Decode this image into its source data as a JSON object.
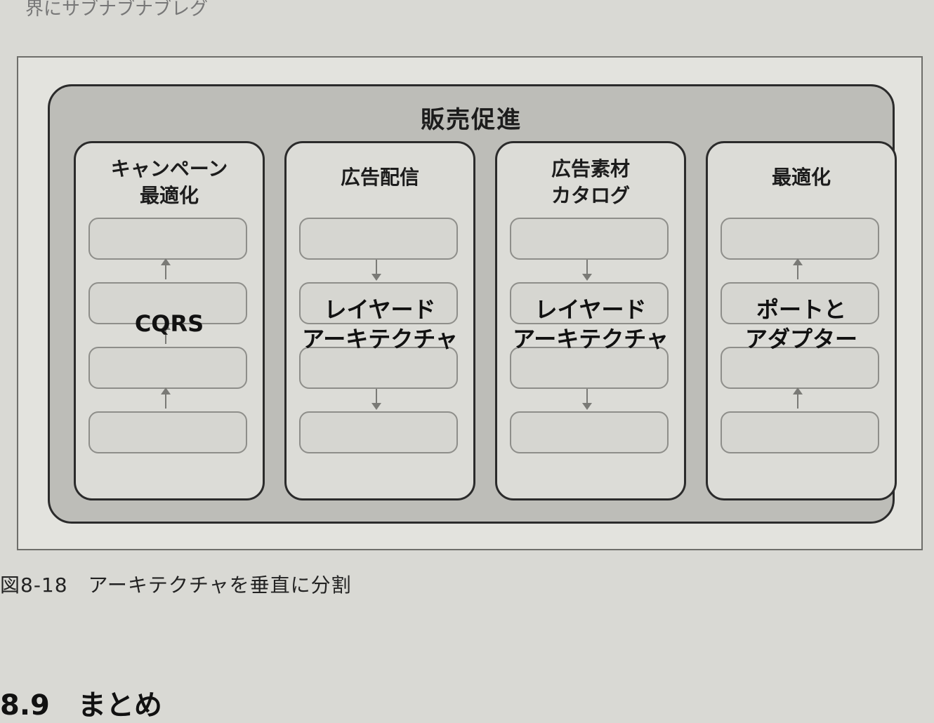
{
  "page_top_text": "界にサブナブナブレグ",
  "diagram": {
    "outer_title": "販売促進",
    "columns": [
      {
        "title": "キャンペーン\n最適化",
        "architecture": "CQRS",
        "arrow_dir": "up"
      },
      {
        "title": "広告配信",
        "architecture": "レイヤード\nアーキテクチャ",
        "arrow_dir": "down"
      },
      {
        "title": "広告素材\nカタログ",
        "architecture": "レイヤード\nアーキテクチャ",
        "arrow_dir": "down"
      },
      {
        "title": "最適化",
        "architecture": "ポートと\nアダプター",
        "arrow_dir": "up"
      }
    ]
  },
  "caption": "図8-18　アーキテクチャを垂直に分割",
  "bottom_heading": "8.9　まとめ"
}
